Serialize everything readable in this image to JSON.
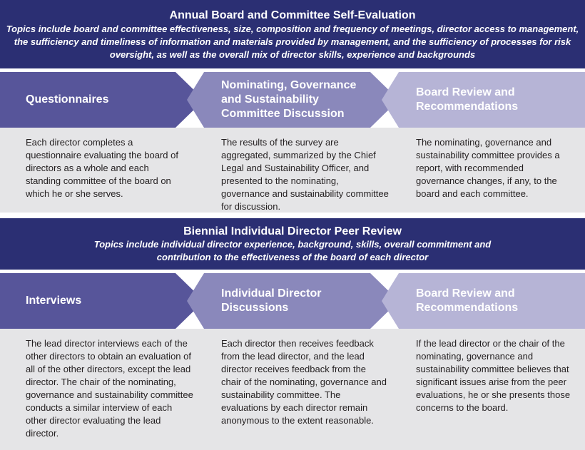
{
  "annual": {
    "title": "Annual Board and Committee Self-Evaluation",
    "subtitle": "Topics include board and committee effectiveness, size, composition and frequency of meetings, director access to management, the sufficiency and timeliness of information and materials provided by management, and the sufficiency of processes for risk oversight, as well as the overall mix of director skills, experience and backgrounds",
    "steps": [
      {
        "label": "Questionnaires",
        "description": "Each director completes a questionnaire evaluating the board of directors as a whole and each standing committee of the board on which he or she serves.",
        "color": "#57559a"
      },
      {
        "label": "Nominating, Governance and Sustainability Committee Discussion",
        "description": "The results of the survey are aggregated, summarized by the Chief Legal and Sustainability Officer, and presented to the nominating, governance and sustainability committee for discussion.",
        "color": "#8a88bb"
      },
      {
        "label": "Board Review and Recommendations",
        "description": "The nominating, governance and sustainability committee provides a report, with recommended governance changes, if any, to the board and each committee.",
        "color": "#b6b4d6"
      }
    ]
  },
  "biennial": {
    "title": "Biennial Individual Director Peer Review",
    "subtitle": "Topics include individual director experience, background, skills, overall commitment and contribution to the effectiveness of the board of each director",
    "steps": [
      {
        "label": "Interviews",
        "description": "The lead director interviews each of the other directors to obtain an evaluation of all of the other directors, except the lead director. The chair of the nominating, governance and sustainability committee conducts a similar interview of each other director evaluating the lead director.",
        "color": "#57559a"
      },
      {
        "label": "Individual Director Discussions",
        "description": "Each director then receives feedback from the lead director, and the lead director receives feedback from the chair of the nominating, governance and sustainability committee. The evaluations by each director remain anonymous to the extent reasonable.",
        "color": "#8a88bb"
      },
      {
        "label": "Board Review and Recommendations",
        "description": "If the lead director or the chair of the nominating, governance and sustainability committee believes that significant issues arise from the peer evaluations, he or she presents those concerns to the board.",
        "color": "#b6b4d6"
      }
    ]
  }
}
